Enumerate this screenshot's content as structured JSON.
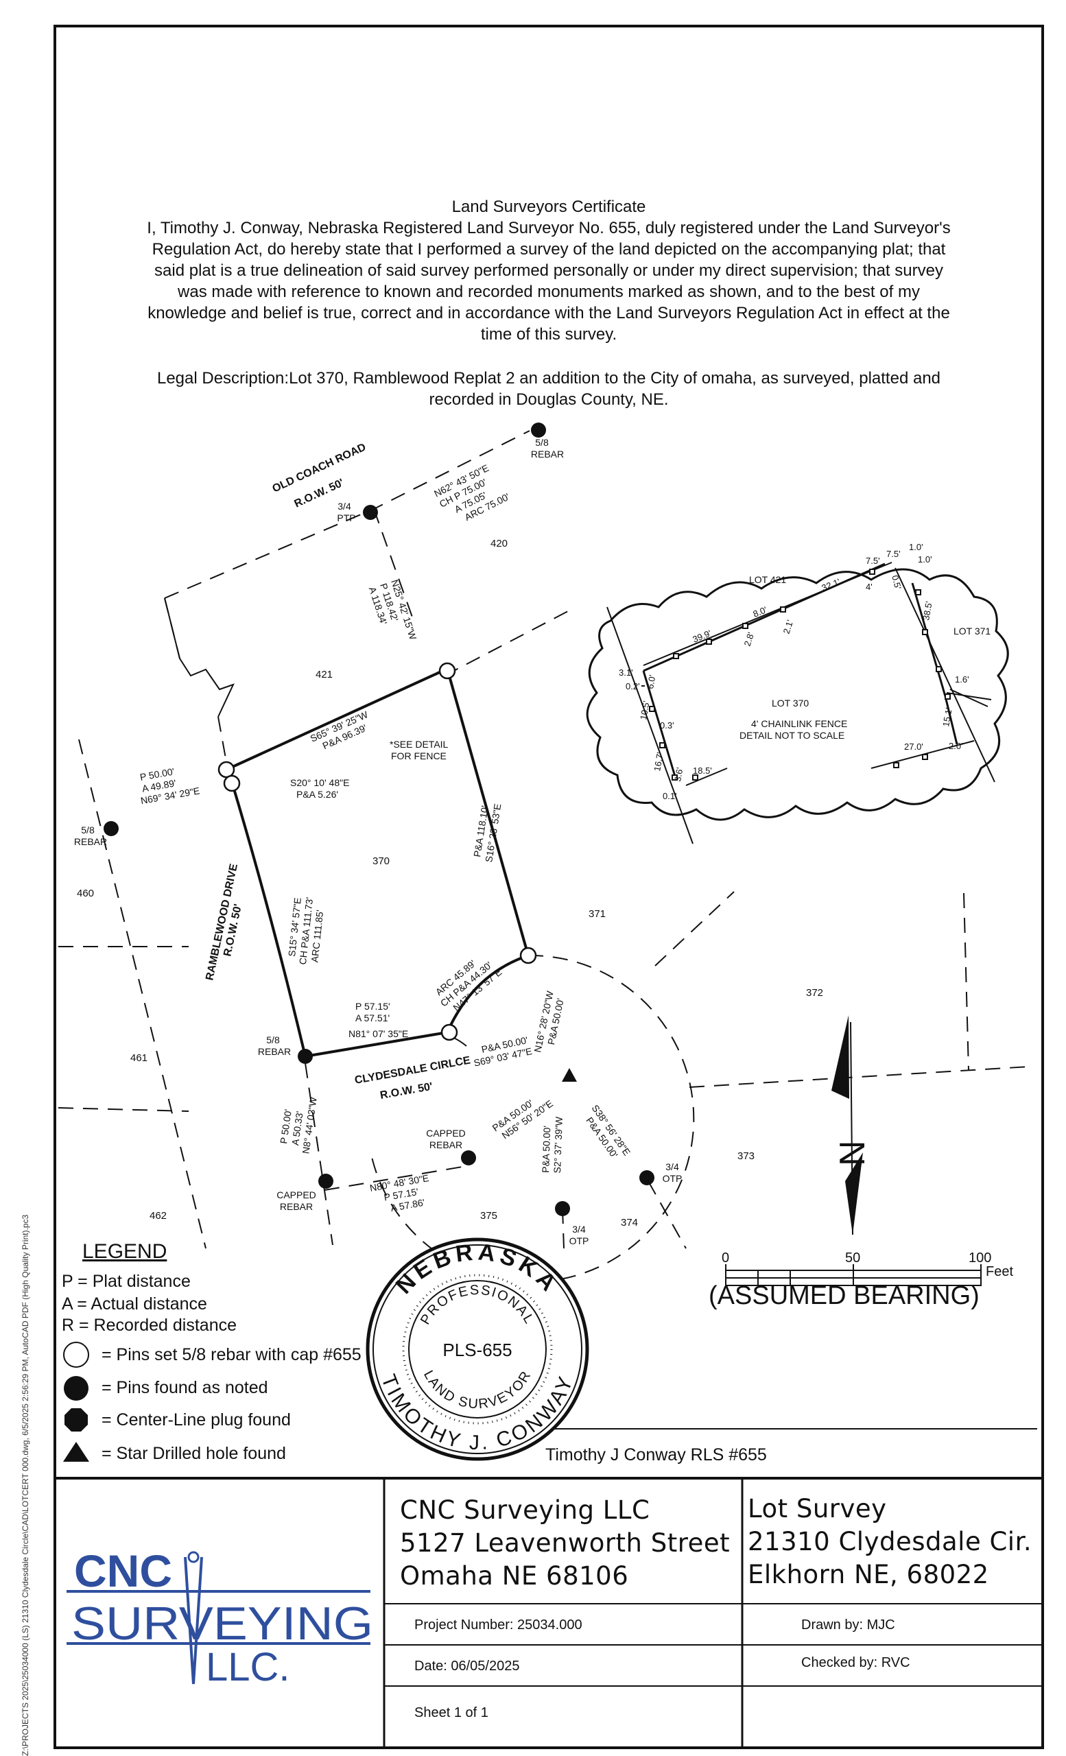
{
  "certificate": {
    "title": "Land Surveyors Certificate",
    "lines": [
      "I, Timothy J. Conway, Nebraska Registered Land Surveyor No. 655, duly registered under the Land Surveyor's",
      "Regulation Act, do hereby state that I performed a survey of the land depicted on the accompanying plat; that",
      "said plat is a true delineation of said survey performed personally or under my direct supervision; that survey",
      "was made with reference to known and recorded monuments marked as shown, and to the best of my",
      "knowledge and belief is true, correct and in accordance with the Land Surveyors Regulation Act in effect at the",
      "time of this survey."
    ]
  },
  "legal_description": {
    "line1": "Legal Description:Lot 370, Ramblewood Replat 2 an addition to the City of omaha, as surveyed, platted and",
    "line2": "recorded in Douglas County, NE."
  },
  "side_path": "Z:\\PROJECTS 2025\\25034000 (LS) 21310 Clydesdale Circle\\CAD\\LOTCERT 000.dwg, 6/5/2025 2:56:29 PM, AutoCAD PDF (High Quality Print).pc3",
  "plat": {
    "old_coach_road": "OLD COACH ROAD",
    "old_coach_row": "R.O.W. 50'",
    "ramblewood_drive": "RAMBLEWOOD DRIVE",
    "ramblewood_row": "R.O.W. 50'",
    "clydesdale": "CLYDESDALE CIRLCE",
    "clydesdale_row": "R.O.W. 50'",
    "lots": {
      "l420": "420",
      "l421": "421",
      "l370": "370",
      "l371": "371",
      "l372": "372",
      "l373": "373",
      "l374": "374",
      "l375": "375",
      "l460": "460",
      "l461": "461",
      "l462": "462"
    },
    "pins": {
      "rebar58_top": [
        "5/8",
        "REBAR"
      ],
      "ptp34": [
        "3/4",
        "PTP"
      ],
      "rebar58_left": [
        "5/8",
        "REBAR"
      ],
      "rebar58_sw": [
        "5/8",
        "REBAR"
      ],
      "capped_mid": [
        "CAPPED",
        "REBAR"
      ],
      "capped_left": [
        "CAPPED",
        "REBAR"
      ],
      "otp_bottom": [
        "3/4",
        "OTP"
      ],
      "otp_right": [
        "3/4",
        "OTP"
      ]
    },
    "calls": {
      "north_curve": [
        "N62° 43' 50\"E",
        "CH P 75.00'",
        "A 75.05'",
        "ARC 75.00'"
      ],
      "west_top": [
        "N25° 42' 15\"W",
        "P 118.42'",
        "A 118.34'"
      ],
      "north_line": [
        "S65° 39' 25\"W",
        "P&A 96.39'"
      ],
      "see_detail": [
        "*SEE DETAIL",
        "FOR FENCE"
      ],
      "nw_curve": [
        "P 50.00'",
        "A 49.89'",
        "N69° 34' 29\"E"
      ],
      "offset": [
        "S20° 10' 48\"E",
        "P&A 5.26'"
      ],
      "east_line": [
        "P&A 118.10'",
        "S16° 23' 53\"E"
      ],
      "west_line": [
        "S15° 34' 57\"E",
        "CH P&A 111.73'",
        "ARC 111.85'"
      ],
      "south_curve": [
        "ARC 45.89'",
        "CH P&A 44.30'",
        "N47° 13' 57\"E"
      ],
      "south_line": [
        "P 57.15'",
        "A 57.51'",
        "N81° 07' 35\"E"
      ],
      "radial_a": [
        "N16° 28' 20\"W",
        "P&A 50.00'"
      ],
      "radial_b": [
        "P&A  50.00'",
        "S69° 03' 47\"E"
      ],
      "radial_c": [
        "P&A 50.00'",
        "N56° 50' 20\"E"
      ],
      "radial_d": [
        "P&A 50.00'",
        "S2° 37' 39\"W"
      ],
      "radial_e": [
        "S38° 56' 28\"E",
        "P&A 50.00'"
      ],
      "sw_line": [
        "P 50.00'",
        "A 50.33'",
        "N8° 44' 03\"W"
      ],
      "bottom_line": [
        "N80° 48' 30\"E",
        "P 57.15'",
        "A 57.86'"
      ]
    }
  },
  "detail": {
    "lot421": "LOT 421",
    "lot370": "LOT 370",
    "lot371": "LOT 371",
    "fence_note": "4' CHAINLINK FENCE",
    "scale_note": "DETAIL NOT TO SCALE",
    "dims": {
      "d1": "3.1'",
      "d2": "0.2'",
      "d3": "6.0'",
      "d4": "10.5'",
      "d5": "0.3'",
      "d6": "16.7'",
      "d7": "3.6'",
      "d8": "18.5'",
      "d9": "0.1'",
      "d10": "39.9'",
      "d11": "8.0'",
      "d12": "2.8'",
      "d13": "2.1'",
      "d14": "32.1'",
      "d15": "7.5'",
      "d16": "7.5'",
      "d17": "1.0'",
      "d18": "1.0'",
      "d19": "0.5'",
      "d20": "4'",
      "d21": "38.5'",
      "d22": "1.6'",
      "d23": "15.1'",
      "d24": "27.0'",
      "d25": "2.0'"
    }
  },
  "scale_bar": {
    "t0": "0",
    "t50": "50",
    "t100": "100",
    "unit": "Feet"
  },
  "assumed_bearing": "(ASSUMED BEARING)",
  "north_arrow_letter": "N",
  "seal": {
    "top": "NEBRASKA",
    "prof": "PROFESSIONAL",
    "license": "PLS-655",
    "land": "LAND SURVEYOR",
    "name": "TIMOTHY J. CONWAY"
  },
  "legend": {
    "title": "LEGEND",
    "p": "P = Plat distance",
    "a": "A = Actual distance",
    "r": "R = Recorded distance",
    "set": "= Pins set 5/8 rebar with cap #655",
    "found": "= Pins found as noted",
    "plug": "= Center-Line plug found",
    "star": "= Star Drilled hole found"
  },
  "signature": "Timothy J Conway RLS #655",
  "logo": {
    "cnc": "CNC",
    "surveying": "SURVEYING",
    "llc": "LLC."
  },
  "company": {
    "name": "CNC Surveying LLC",
    "street": "5127 Leavenworth Street",
    "city": "Omaha NE 68106"
  },
  "job": {
    "title": "Lot Survey",
    "address": "21310 Clydesdale Cir.",
    "city": "Elkhorn NE, 68022"
  },
  "project": {
    "number": "Project Number: 25034.000",
    "date": "Date: 06/05/2025",
    "sheet": "Sheet 1 of 1",
    "drawn": "Drawn by: MJC",
    "checked": "Checked by: RVC"
  },
  "colors": {
    "logo_blue": "#2f4f9e",
    "ink": "#111111"
  }
}
